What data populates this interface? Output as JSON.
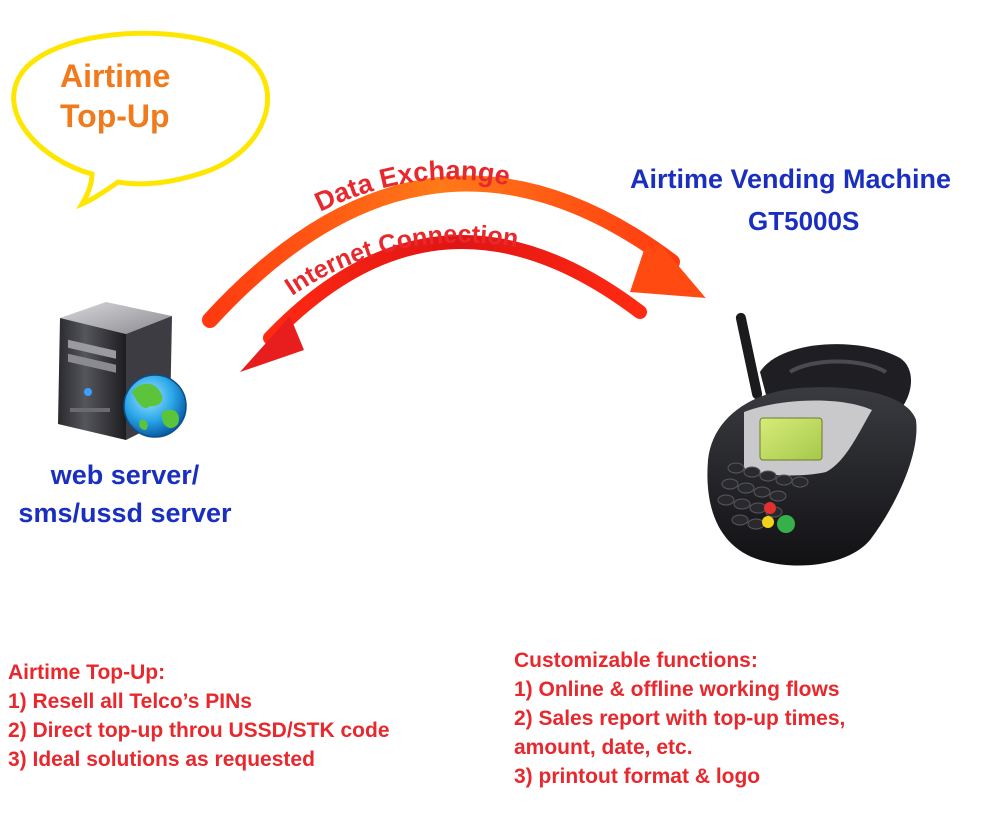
{
  "bubble": {
    "line1": "Airtime",
    "line2": "Top-Up"
  },
  "arc_labels": {
    "top": "Data Exchange",
    "bottom": "Internet Connection"
  },
  "machine": {
    "title": "Airtime Vending Machine",
    "model": "GT5000S"
  },
  "server": {
    "line1": "web server/",
    "line2": "sms/ussd server"
  },
  "left_list": {
    "heading": "Airtime Top-Up:",
    "items": [
      "1) Resell all Telco’s PINs",
      "2) Direct top-up throu USSD/STK code",
      "3) Ideal solutions as requested"
    ]
  },
  "right_list": {
    "heading": "Customizable functions:",
    "items": [
      "1) Online & offline working flows",
      "2) Sales report with top-up times,",
      "amount, date, etc.",
      "3) printout format & logo"
    ]
  },
  "colors": {
    "text_blue": "#1a2fbf",
    "text_red": "#e8282d",
    "bubble_yellow": "#ffe600",
    "bubble_text_orange": "#f07a1c",
    "arrow_orange": "#ff5a14",
    "arrow_red": "#e81e1e"
  }
}
